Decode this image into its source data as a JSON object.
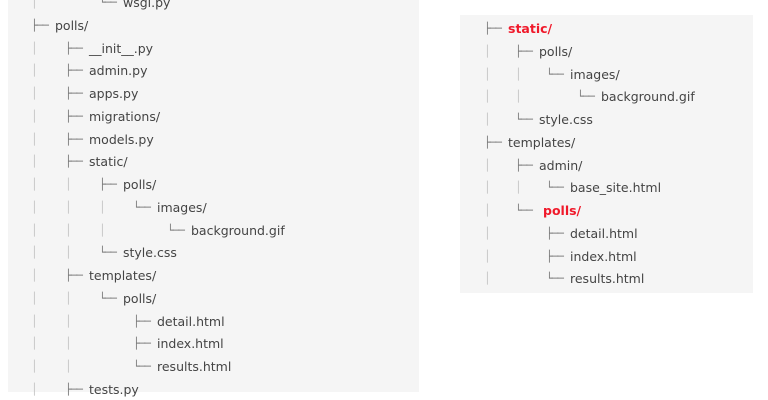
{
  "colors": {
    "highlight": "#f0192a",
    "panel_bg": "#f5f5f5",
    "text": "#444444"
  },
  "left_tree": [
    {
      "guides": [
        "│",
        ""
      ],
      "branch": "└──",
      "name": "wsgi.py"
    },
    {
      "guides": [],
      "branch": "├──",
      "name": "polls/"
    },
    {
      "guides": [
        "│"
      ],
      "branch": "├──",
      "name": "__init__.py"
    },
    {
      "guides": [
        "│"
      ],
      "branch": "├──",
      "name": "admin.py"
    },
    {
      "guides": [
        "│"
      ],
      "branch": "├──",
      "name": "apps.py"
    },
    {
      "guides": [
        "│"
      ],
      "branch": "├──",
      "name": "migrations/"
    },
    {
      "guides": [
        "│"
      ],
      "branch": "├──",
      "name": "models.py"
    },
    {
      "guides": [
        "│"
      ],
      "branch": "├──",
      "name": "static/"
    },
    {
      "guides": [
        "│",
        "│"
      ],
      "branch": "├──",
      "name": "polls/"
    },
    {
      "guides": [
        "│",
        "│",
        "│"
      ],
      "branch": "└──",
      "name": "images/"
    },
    {
      "guides": [
        "│",
        "│",
        "│",
        ""
      ],
      "branch": "└──",
      "name": "background.gif"
    },
    {
      "guides": [
        "│",
        "│"
      ],
      "branch": "└──",
      "name": "style.css"
    },
    {
      "guides": [
        "│"
      ],
      "branch": "├──",
      "name": "templates/"
    },
    {
      "guides": [
        "│",
        "│"
      ],
      "branch": "└──",
      "name": "polls/"
    },
    {
      "guides": [
        "│",
        "│",
        ""
      ],
      "branch": "├──",
      "name": "detail.html"
    },
    {
      "guides": [
        "│",
        "│",
        ""
      ],
      "branch": "├──",
      "name": "index.html"
    },
    {
      "guides": [
        "│",
        "│",
        ""
      ],
      "branch": "└──",
      "name": "results.html"
    },
    {
      "guides": [
        "│"
      ],
      "branch": "├──",
      "name": "tests.py"
    }
  ],
  "right_tree": [
    {
      "guides": [],
      "branch": "├──",
      "name": "static/",
      "highlight": true
    },
    {
      "guides": [
        "│"
      ],
      "branch": "├──",
      "name": "polls/"
    },
    {
      "guides": [
        "│",
        "│"
      ],
      "branch": "└──",
      "name": "images/"
    },
    {
      "guides": [
        "│",
        "│",
        ""
      ],
      "branch": "└──",
      "name": "background.gif"
    },
    {
      "guides": [
        "│"
      ],
      "branch": "└──",
      "name": "style.css"
    },
    {
      "guides": [],
      "branch": "├──",
      "name": "templates/"
    },
    {
      "guides": [
        "│"
      ],
      "branch": "├──",
      "name": "admin/"
    },
    {
      "guides": [
        "│",
        "│"
      ],
      "branch": "└──",
      "name": "base_site.html"
    },
    {
      "guides": [
        "│"
      ],
      "branch": "└──",
      "name": "polls/",
      "highlight": true
    },
    {
      "guides": [
        "│",
        ""
      ],
      "branch": "├──",
      "name": "detail.html"
    },
    {
      "guides": [
        "│",
        ""
      ],
      "branch": "├──",
      "name": "index.html"
    },
    {
      "guides": [
        "│",
        ""
      ],
      "branch": "└──",
      "name": "results.html"
    }
  ]
}
